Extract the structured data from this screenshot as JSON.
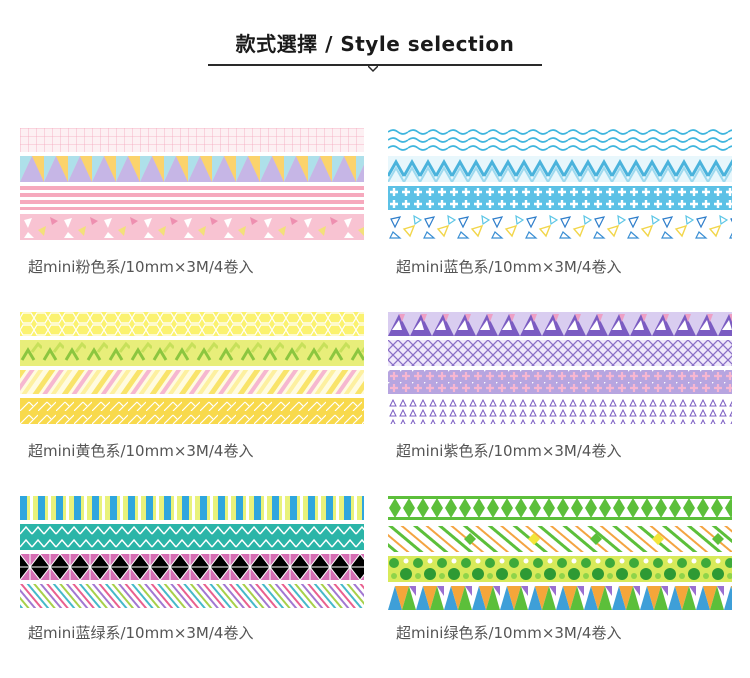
{
  "header": {
    "title": "款式選擇 / Style selection"
  },
  "products": [
    {
      "caption": "超mini粉色系/10mm×3M/4卷入",
      "color_family": "pink",
      "tapes": [
        "pink-grid",
        "pastel-triangles",
        "pink-stripes",
        "pink-triangle-confetti"
      ]
    },
    {
      "caption": "超mini蓝色系/10mm×3M/4卷入",
      "color_family": "blue",
      "tapes": [
        "blue-waves",
        "blue-zigzag",
        "blue-crosses",
        "blue-triangle-confetti"
      ]
    },
    {
      "caption": "超mini黄色系/10mm×3M/4卷入",
      "color_family": "yellow",
      "tapes": [
        "yellow-hexagons",
        "green-yellow-chevrons",
        "pastel-diagonal-stripes",
        "yellow-herringbone"
      ]
    },
    {
      "caption": "超mini紫色系/10mm×3M/4卷入",
      "color_family": "purple",
      "tapes": [
        "purple-triangles",
        "purple-lattice",
        "purple-crosses",
        "purple-small-triangles"
      ]
    },
    {
      "caption": "超mini蓝绿系/10mm×3M/4卷入",
      "color_family": "blue-green",
      "tapes": [
        "blue-yellow-stripes",
        "teal-zigzag",
        "pink-geometric",
        "rainbow-diagonal"
      ]
    },
    {
      "caption": "超mini绿色系/10mm×3M/4卷入",
      "color_family": "green",
      "tapes": [
        "green-diamonds",
        "green-diagonal-stripes",
        "green-dots",
        "multicolor-triangles"
      ]
    }
  ],
  "colors": {
    "pink": "#f6a6c0",
    "blue": "#4fb9e0",
    "yellow": "#f5e04a",
    "purple": "#8a6fc7",
    "teal": "#2bb5a8",
    "green": "#5cbf3a"
  }
}
